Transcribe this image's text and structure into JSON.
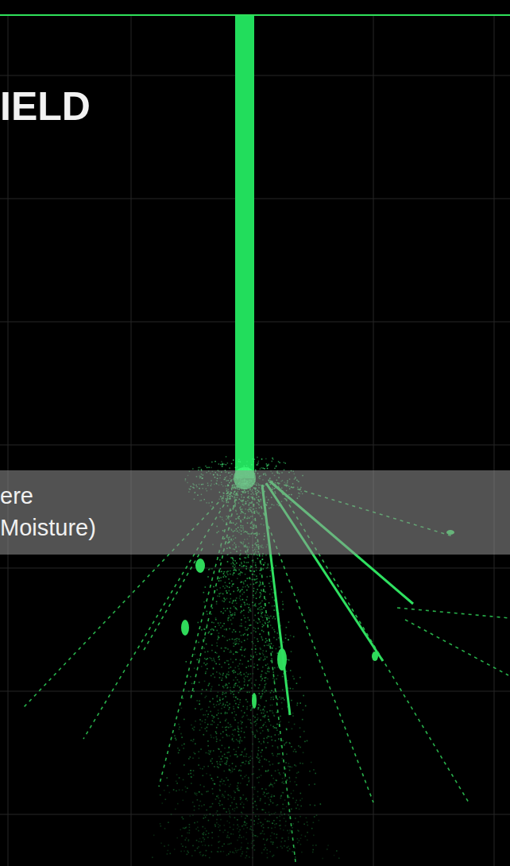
{
  "diagram": {
    "title": "IELD",
    "nodes": [
      {
        "text": [
          "ere",
          "Moisture)"
        ]
      }
    ]
  }
}
